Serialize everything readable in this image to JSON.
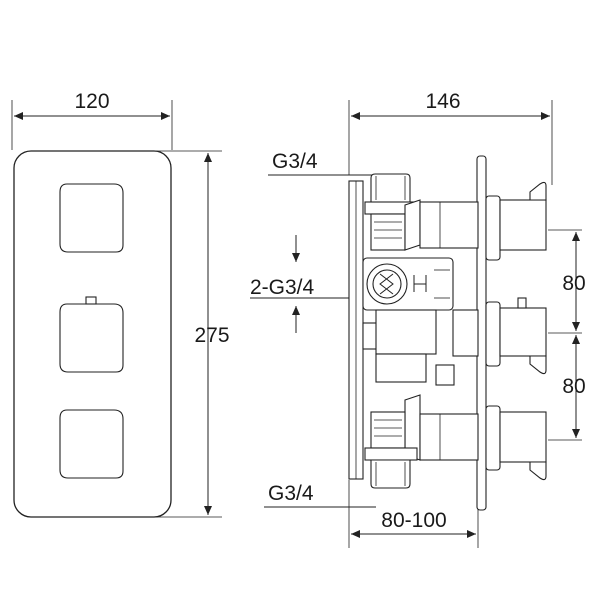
{
  "labels": {
    "front_width": "120",
    "front_height": "275",
    "side_depth": "146",
    "top_inlet": "G3/4",
    "side_outlets": "2-G3/4",
    "bottom_inlet": "G3/4",
    "spacing_upper": "80",
    "spacing_lower": "80",
    "wall_depth": "80-100",
    "valve_letter": "H"
  }
}
